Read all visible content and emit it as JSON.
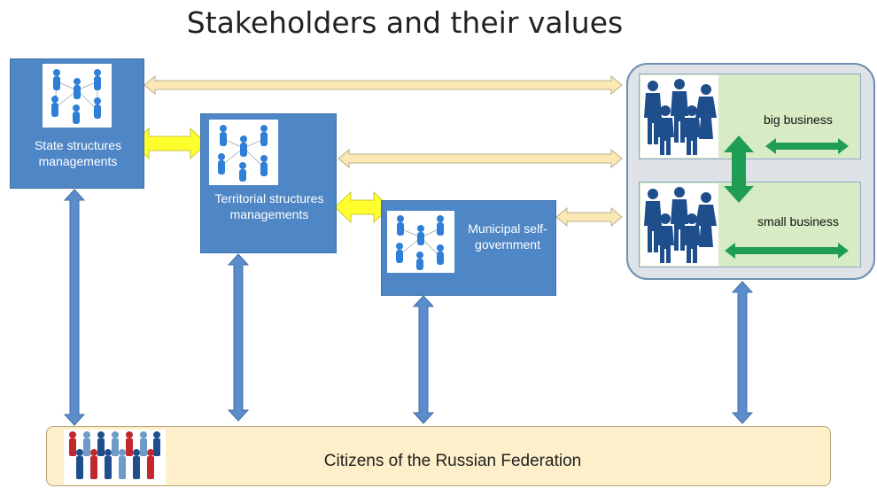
{
  "title": "Stakeholders and their values",
  "nodes": {
    "state": {
      "label": "State structures managements",
      "icon": "people-network-icon"
    },
    "territorial": {
      "label": "Territorial structures managements",
      "icon": "people-network-icon"
    },
    "municipal": {
      "label": "Municipal self-government",
      "icon": "people-network-icon"
    },
    "big_business": {
      "label": "big business",
      "icon": "people-group-icon"
    },
    "small_business": {
      "label": "small business",
      "icon": "people-group-icon"
    },
    "citizens": {
      "label": "Citizens of the Russian Federation",
      "icon": "crowd-icon"
    }
  },
  "colors": {
    "box_blue": "#4f86c6",
    "arrow_blue": "#5b8ccb",
    "arrow_yellow": "#ffff2e",
    "arrow_cream": "#fbe8b5",
    "arrow_green": "#1f9d55",
    "business_green": "#d7ecc4",
    "citizens_fill": "#fdefc9"
  }
}
